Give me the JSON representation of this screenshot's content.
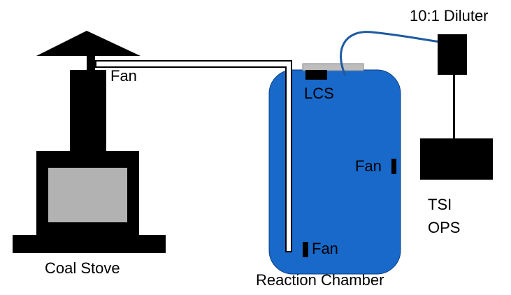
{
  "labels": {
    "stove_fan": "Fan",
    "lcs": "LCS",
    "chamber_fan_side": "Fan",
    "chamber_fan_bottom": "Fan",
    "diluter": "10:1 Diluter",
    "tsi_line1": "TSI",
    "tsi_line2": "OPS",
    "coal_stove": "Coal Stove",
    "reaction_chamber": "Reaction Chamber"
  },
  "colors": {
    "chamber_fill": "#1869c9",
    "chamber_stroke": "#0d3f80",
    "stove": "#000000",
    "stove_window": "#b2b2b2",
    "lid": "#bdbdbd",
    "diluter_tube": "#1e5aa0",
    "pipe_fill": "#ffffff",
    "pipe_stroke": "#000000"
  }
}
